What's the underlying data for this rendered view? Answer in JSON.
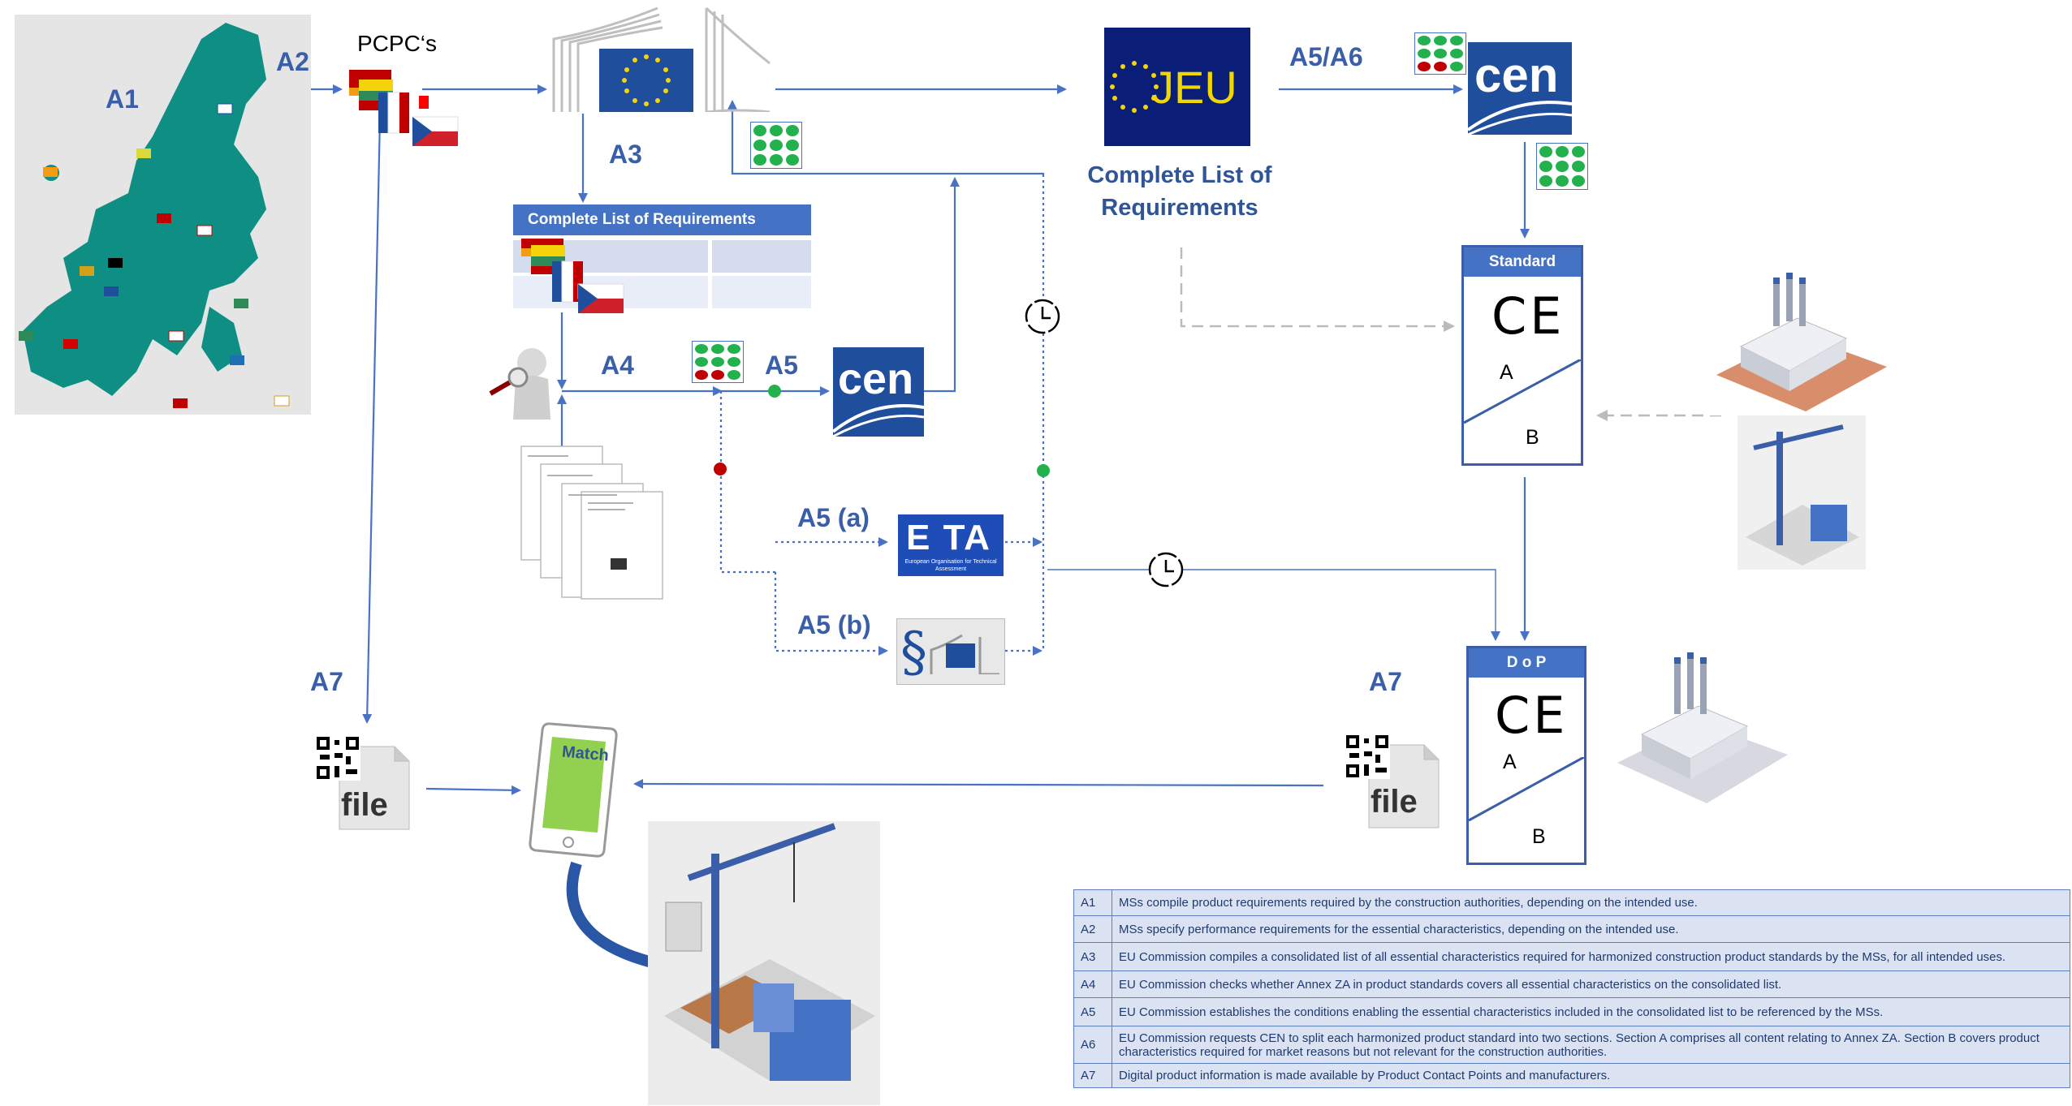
{
  "labels": {
    "a1": "A1",
    "a2": "A2",
    "a3": "A3",
    "a4": "A4",
    "a5": "A5",
    "a5a6": "A5/A6",
    "a5a": "A5 (a)",
    "a5b": "A5 (b)",
    "a7_left": "A7",
    "a7_right": "A7",
    "pcpc": "PCPC‘s"
  },
  "clr_table": {
    "header": "Complete List of Requirements"
  },
  "jeu": {
    "text": "JEU",
    "caption": "Complete List of Requirements"
  },
  "cen_logo": "cen",
  "eota": {
    "text": "E TA",
    "subtitle": "European Organisation for Technical Assessment"
  },
  "standard_box": {
    "title": "Standard",
    "ce": "CE",
    "section_a": "A",
    "section_b": "B"
  },
  "dop_box": {
    "title": "D o P",
    "ce": "CE",
    "section_a": "A",
    "section_b": "B"
  },
  "file_label": "file",
  "phone_label": "Match",
  "paragraph_symbol": "§",
  "legend": [
    {
      "code": "A1",
      "text": "MSs compile product requirements required by the construction authorities, depending on the intended use."
    },
    {
      "code": "A2",
      "text": "MSs specify performance requirements for the essential characteristics, depending on the intended use."
    },
    {
      "code": "A3",
      "text": "EU Commission compiles a consolidated list of all essential characteristics required for harmonized construction product standards by the MSs, for all intended uses."
    },
    {
      "code": "A4",
      "text": "EU Commission checks whether Annex ZA in product standards covers all essential characteristics on the consolidated list."
    },
    {
      "code": "A5",
      "text": "EU Commission establishes the conditions enabling the essential characteristics included in the consolidated list to be referenced by the MSs."
    },
    {
      "code": "A6",
      "text": "EU Commission requests CEN to split each harmonized product standard into two sections. Section A comprises all content relating to Annex ZA. Section B covers product characteristics required for market reasons but not relevant for the construction authorities."
    },
    {
      "code": "A7",
      "text": "Digital product information is made available by Product Contact Points and manufacturers."
    }
  ],
  "colors": {
    "accent": "#4472c4",
    "line": "#4a72c4",
    "jeu_bg": "#0a1e78",
    "map_green": "#0f8f84"
  }
}
